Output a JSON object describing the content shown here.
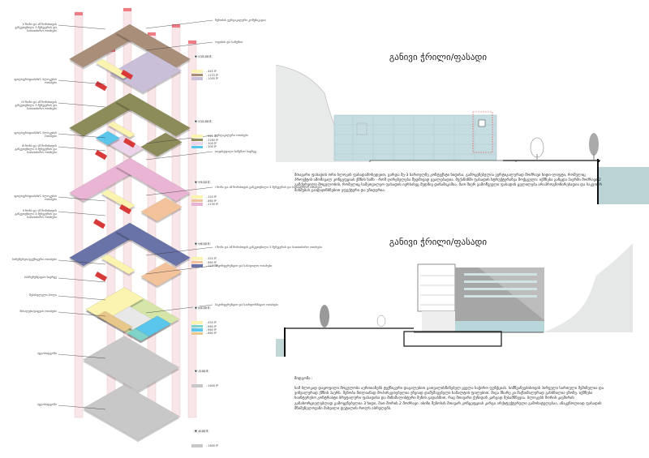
{
  "left_diagram": {
    "labels_left": [
      "V ზონა და ამ ზონისთვის განკუთვნილი 3 მენეჯერის და სათათბირო ოთახები",
      "ფოტოგრაფიის/WC ბლოკების ოთახები",
      "IV ზონა და ამ ზონისთვის განკუთვნილი 3 მენეჯერის და სათათბირო ოთახები",
      "ფოტოგრაფიის/WC ბლოკების ოთახები",
      "III ზონა და ამ ზონისთვის განკუთვნილი 3 მენეჯერის და სათათბირო ოთახები",
      "ფოტოგრაფიის/WC ბლოკების ოთახები",
      "II ზონა და ამ ზონისთვის განკუთვნილი 3 მენეჯერის და სათათბირო ოთახები",
      "სარეზერვო/ტექნიკური ოთახები",
      "საპრეზენტაციო სივრცე",
      "შესასვლელი ჰოლი",
      "მისაღები/დაცვის ოთახები",
      "ავტოსადგომი",
      "ავტოსადგომი"
    ],
    "labels_right": [
      "შენობის ვერტიკალური კომუნიკაცია",
      "ოფისის და სამუშაო",
      "ვერტიკალური ოთახები",
      "თავისუფალი სამუშაო სივრცე",
      "I ზონა და ამ ზონისთვის განკუთვნილი 3 მენეჯერის და სათათბირო ოთახები",
      "I ზონა და ამ ზონისთვის განკუთვნილი 3 მენეჯერის და სათათბირო ოთახები",
      "საკონფერენციო და სასადილო ოთახები",
      "საკონფერენციო და საინფორმაციო ოთახები"
    ],
    "levels": [
      {
        "mark": "▼ +15.00 მ",
        "legend": [
          {
            "color": "#fbf3b0",
            "value": "-  445 მ²"
          },
          {
            "color": "#a98f7a",
            "value": "-  1115 მ²"
          },
          {
            "color": "#c9bfd9",
            "value": "-  1055 მ²"
          }
        ]
      },
      {
        "mark": "▼ +12.00 მ",
        "legend": [
          {
            "color": "#fbf3b0",
            "value": "-  520 მ²"
          },
          {
            "color": "#8c8c5a",
            "value": "-  2260 მ²"
          },
          {
            "color": "#ecd5ea",
            "value": "-  300 მ²"
          },
          {
            "color": "#5bc6ec",
            "value": "-  300 მ²"
          }
        ]
      },
      {
        "mark": "▼ +9.00 მ",
        "legend": [
          {
            "color": "#fbf3b0",
            "value": "-  320 მ²"
          },
          {
            "color": "#f2c39a",
            "value": "-  860 მ²"
          },
          {
            "color": "#eab5d5",
            "value": "-  2190 მ²"
          }
        ]
      },
      {
        "mark": "▼ +6.00 მ",
        "legend": [
          {
            "color": "#fbf3b0",
            "value": "-  320 მ²"
          },
          {
            "color": "#f2c39a",
            "value": "-  860 მ²"
          },
          {
            "color": "#6a73a8",
            "value": "-  2190 მ²"
          }
        ]
      },
      {
        "mark": "▼ ±0.00 მ",
        "legend": [
          {
            "color": "#fbf3b0",
            "value": "-  455 მ²"
          },
          {
            "color": "#7fd3c8",
            "value": "-  660 მ²"
          },
          {
            "color": "#5bc6ec",
            "value": "-  660 მ²"
          },
          {
            "color": "#e8c88a",
            "value": "-  660 მ²"
          }
        ]
      },
      {
        "mark": "▼ -3.00 მ",
        "legend": [
          {
            "color": "#c8c8c8",
            "value": "-  2600 მ²"
          }
        ]
      },
      {
        "mark": "▼ -6.00 მ",
        "legend": [
          {
            "color": "#c8c8c8",
            "value": "-  2600 მ²"
          }
        ]
      }
    ]
  },
  "section1": {
    "title": "განივი ჭრილი/ფასადი"
  },
  "section2": {
    "title": "განივი ჭრილი/ფასადი"
  },
  "text1": "მთავარი ფასადის ორი ბლოკის ფასადამოხედვით, გარდა მე-3 სართულზე კონტექსტი ხიდისა, გამოყენებულია ვერტიკალურად მოძრავი ხიდი-ლიფტი, რომელიც პროექტის ამომავალ კონცეფციას ქმნის ხაზს - რომ ღირებულება მუდმივად ცვალებადია. მუქანიზმი ფასადის ხტრუქტურაზეა მოქცეული: იქმნება განცდა პაერში მოძრავი 2 განქურვილი მოცულობის, რომელიც სამეთვალეო ფასადის იერსახეც მუდმივ დინამიკაშია. მათ შიერ გამოწვეული ფასადის ცვლილება არაპროგნოზირებადია და საკუთარ მახმებას გაიდაჯინსნებით ეფექტური და უჩიდურია.",
  "text2_heading": "მიდგომა :",
  "text2": "სამ ბლოკად დაყოფილი მოცულობა აერთიანებს ტექნიკური დაგალებით გათვალისწინებულ ყველა საჭირო ფუნქციას. სიმწვანეებისთვის პირველი სართული  შემინულია და ვიზუალურად ქმნის პაერს. შენობა მთლიანად მოპირკეთებულია უჩვიად დამუშავებული ხამალტის ფილებით. მიგა მხარე კი მაქსიმალურად გახსნილია ეზოზე. იქმნება ხაინტერესო კონტრასტი ბრუტალური ფასადისა და მინიმალისტური შენის გადაბმით, რაც მთავარი ქუჩიდან კარგად შესამჩნევია. ბლოკებს შორის კავშირის განახორციელებლად გამოყენებულია 3 ხიდი, მათ შორის 2 მოძრავი. ისინი შენობას მთავარ კონცეფციას კარგი არქიტექტურული გამოხატულებაა, აჩაკუნოლიად ფასადის მნიშვნელოვანი მახვილი დეტალის როლს ასრულებს."
}
